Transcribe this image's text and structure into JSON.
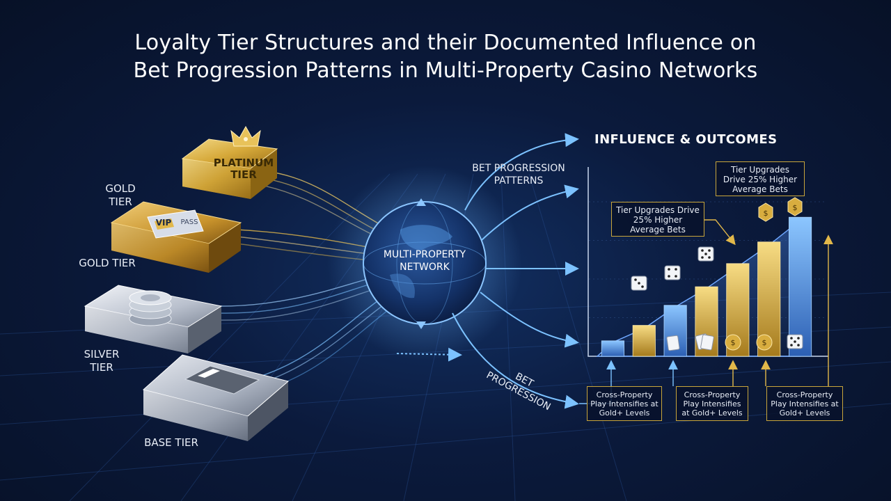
{
  "title": {
    "line1": "Loyalty Tier Structures and their Documented Influence on",
    "line2": "Bet Progression Patterns in Multi-Property Casino Networks"
  },
  "tiers": {
    "platinum": "PLATINUM TIER",
    "gold_upper": "GOLD TIER",
    "gold_lower": "GOLD TIER",
    "silver": "SILVER TIER",
    "base": "BASE TIER"
  },
  "card": {
    "vip": "VIP",
    "pass": "PASS"
  },
  "hub": {
    "label": "MULTI-PROPERTY NETWORK"
  },
  "flows": {
    "bet_patterns": "BET PROGRESSION PATTERNS",
    "bet_progression": "BET PROGRESSION"
  },
  "panel": {
    "heading": "INFLUENCE & OUTCOMES",
    "callout_top": "Tier Upgrades Drive 25% Higher Average Bets",
    "callout_mid": "Tier Upgrades Drive 25% Higher Average Bets",
    "notes": [
      "Cross-Property Play Intensifies at Gold+ Levels",
      "Cross-Property Play Intensifies at Gold+ Levels",
      "Cross-Property Play Intensifies at Gold+ Levels"
    ]
  },
  "icons": {
    "crown": "crown-icon",
    "chips": "chip-stack-icon",
    "card": "vip-card-icon",
    "globe": "globe-icon",
    "dice": "dice-icon",
    "coin": "dollar-coin-icon",
    "cards": "playing-cards-icon"
  },
  "colors": {
    "background": "#0b1a3c",
    "gold": "#e2b84a",
    "blue": "#4f9be8",
    "platinum_tile": "#d9ad3c",
    "silver_tile": "#c9ced8",
    "accent_line": "#6fb8ff"
  },
  "chart_data": {
    "type": "bar",
    "categories": [
      "1",
      "2",
      "3",
      "4",
      "5",
      "6",
      "7"
    ],
    "values": [
      1.0,
      2.0,
      3.3,
      4.5,
      6.0,
      7.4,
      9.0
    ],
    "series_colors": [
      "blue",
      "gold",
      "blue",
      "gold",
      "gold",
      "gold",
      "blue"
    ],
    "trend": [
      0.9,
      1.8,
      3.2,
      4.4,
      5.8,
      7.2,
      8.8
    ],
    "title": "",
    "xlabel": "",
    "ylabel": "",
    "ylim": [
      0,
      10
    ],
    "grid": true
  }
}
